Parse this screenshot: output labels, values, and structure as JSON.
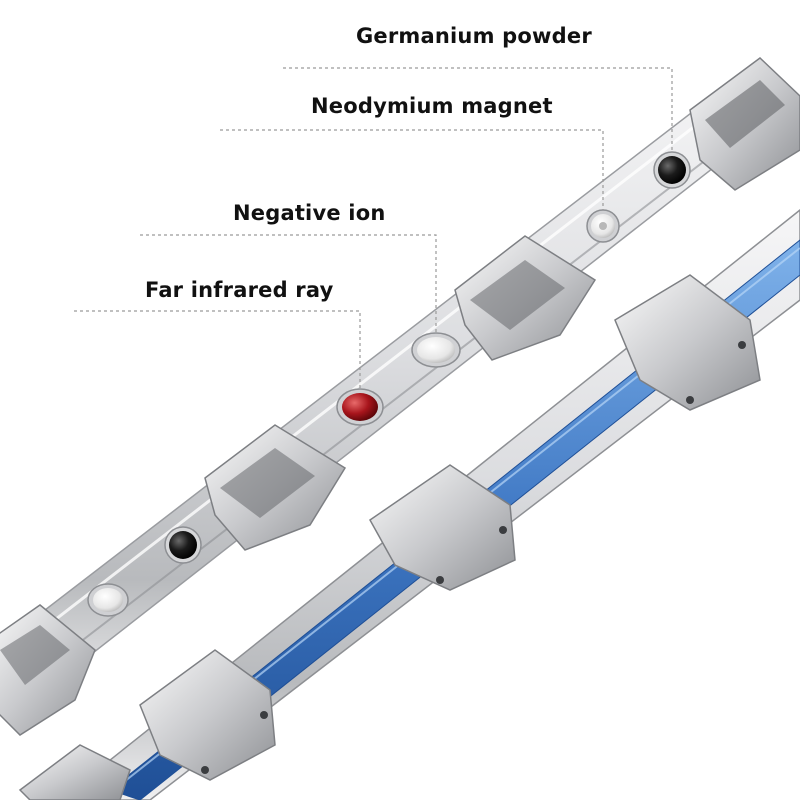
{
  "callouts": [
    {
      "label": "Germanium powder",
      "icon": "germanium-stone-icon"
    },
    {
      "label": "Neodymium magnet",
      "icon": "neodymium-stone-icon"
    },
    {
      "label": "Negative ion",
      "icon": "negative-ion-stone-icon"
    },
    {
      "label": "Far infrared ray",
      "icon": "far-infrared-stone-icon"
    }
  ],
  "colors": {
    "background": "#ffffff",
    "steel_light": "#e9e9ea",
    "steel_dark": "#8e9094",
    "blue_inlay": "#3f78c4",
    "germanium_stone": "#1b1b1b",
    "neodymium_stone": "#f3f3f3",
    "far_infrared_stone": "#a8151c",
    "leader_line": "#9a9a9a"
  }
}
